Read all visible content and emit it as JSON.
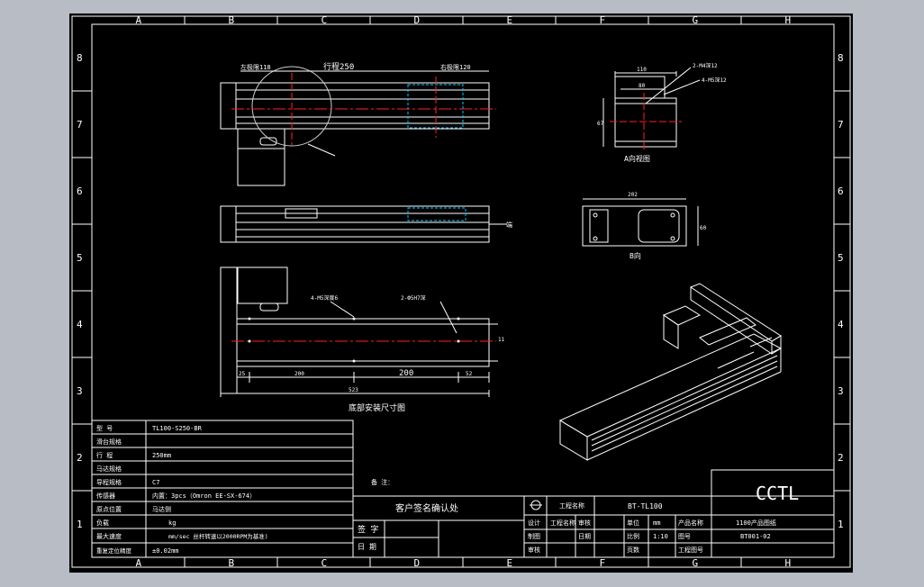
{
  "frame": {
    "col_labels": [
      "A",
      "B",
      "C",
      "D",
      "E",
      "F",
      "G",
      "H"
    ],
    "row_labels": [
      "8",
      "7",
      "6",
      "5",
      "4",
      "3",
      "2",
      "1"
    ]
  },
  "top_view": {
    "left_label": "左极限118",
    "center_label": "行程250",
    "right_label": "右极限120"
  },
  "side_view": {
    "tag": "端"
  },
  "bottom_view": {
    "hole_note_left": "4-M5深度6",
    "hole_note_right": "2-Ф5H7深",
    "height_dim": "11",
    "dims": [
      "25",
      "200",
      "200",
      "52"
    ],
    "total_dim": "523",
    "caption": "底部安装尺寸图"
  },
  "a_view": {
    "width_dim": "110",
    "inner_dim": "80",
    "height_dim": "67",
    "hole_note_1": "2-M4深12",
    "hole_note_2": "4-M5深12",
    "caption": "A向视图"
  },
  "b_view": {
    "width_dim": "202",
    "height_dim": "60",
    "caption": "B向"
  },
  "specs": [
    {
      "label": "型 号",
      "value": "TL100-S250-BR"
    },
    {
      "label": "滑台规格",
      "value": ""
    },
    {
      "label": "行 程",
      "value": "250mm"
    },
    {
      "label": "马达规格",
      "value": ""
    },
    {
      "label": "导程规格",
      "value": "C7"
    },
    {
      "label": "传感器",
      "value": "内置：3pcs（Omron EE-SX-674）"
    },
    {
      "label": "原点位置",
      "value": "马达侧"
    },
    {
      "label": "负载",
      "value": "kg"
    },
    {
      "label": "最大速度",
      "value": "mm/sec 丝杆转速以2000RPM为基准)"
    },
    {
      "label": "重复定位精度",
      "value": "±0.02mm"
    }
  ],
  "notes_label": "备 注：",
  "confirm": {
    "title": "客户签名确认处",
    "sign_label": "签 字",
    "date_label": "日 期"
  },
  "title_block": {
    "project_label": "工程名称",
    "drawing_no": "BT-TL100",
    "brand": "CCTL",
    "row1": [
      "设计",
      "工程名称",
      "审核",
      "",
      "单位",
      "mm",
      "产品名称",
      "1100产品图纸"
    ],
    "row2": [
      "制图",
      "",
      "日期",
      "",
      "比例",
      "1:10",
      "图号",
      "BT001-02"
    ],
    "row3": [
      "审核",
      "",
      "",
      "",
      "页数",
      "",
      "工程图号",
      ""
    ]
  }
}
